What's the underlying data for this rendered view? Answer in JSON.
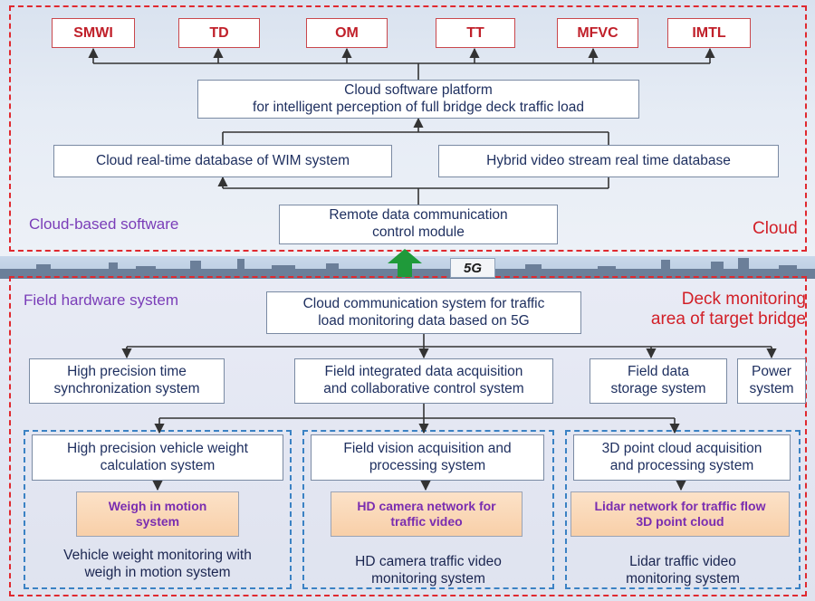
{
  "cloud": {
    "outputs": [
      "SMWI",
      "TD",
      "OM",
      "TT",
      "MFVC",
      "IMTL"
    ],
    "platform": "Cloud software platform\nfor intelligent perception of full bridge deck traffic load",
    "db_wim": "Cloud real-time database of WIM system",
    "db_video": "Hybrid video stream real time database",
    "comm_module": "Remote data communication\ncontrol module",
    "label_software": "Cloud-based software",
    "label_cloud": "Cloud"
  },
  "link": {
    "badge": "5G",
    "arrow_color": "#1f9a3a"
  },
  "field": {
    "label_hardware": "Field hardware system",
    "label_area": "Deck monitoring\narea of target bridge",
    "comm_system": "Cloud communication system for traffic\nload monitoring data based on 5G",
    "time_sync": "High precision time\nsynchronization system",
    "acquisition": "Field integrated data acquisition\nand collaborative control system",
    "storage": "Field data\nstorage system",
    "power": "Power\nsystem",
    "groups": [
      {
        "upper": "High precision vehicle weight\ncalculation system",
        "lower": "Weigh in motion\nsystem",
        "caption": "Vehicle weight monitoring with\nweigh in motion system"
      },
      {
        "upper": "Field vision acquisition and\nprocessing system",
        "lower": "HD camera network for\ntraffic video",
        "caption": "HD camera traffic video\nmonitoring system"
      },
      {
        "upper": "3D point cloud acquisition\nand processing system",
        "lower": "Lidar network for traffic flow\n3D point cloud",
        "caption": "Lidar traffic video\nmonitoring system"
      }
    ]
  },
  "colors": {
    "region_border": "#e0292f",
    "subregion_border": "#3b82c4",
    "box_text": "#1f3060",
    "top_box_text": "#c0202a",
    "orange_box_text": "#7a2db0",
    "label_purple": "#7a3db8",
    "label_red": "#d21f27"
  }
}
